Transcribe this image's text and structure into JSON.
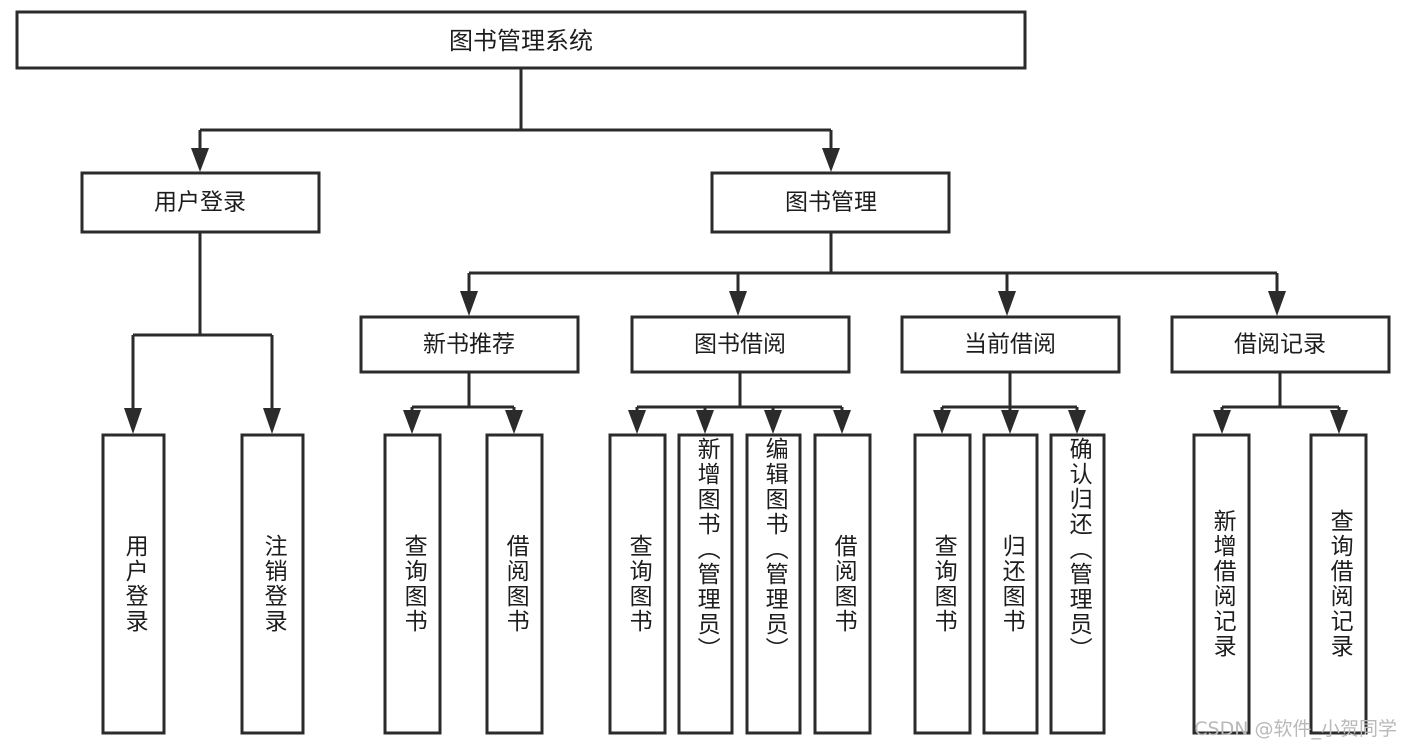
{
  "diagram": {
    "type": "tree",
    "title": "图书管理系统",
    "orientation": "top-down",
    "watermark": "CSDN @软件_小贺同学",
    "colors": {
      "box_stroke": "#2b2b2b",
      "box_fill": "#ffffff",
      "text": "#1d1d1d",
      "connector": "#2b2b2b",
      "background": "#ffffff",
      "watermark": "#b9b9b9"
    },
    "root": {
      "label": "图书管理系统"
    },
    "level2": [
      {
        "label": "用户登录"
      },
      {
        "label": "图书管理"
      }
    ],
    "level3": [
      {
        "label": "新书推荐"
      },
      {
        "label": "图书借阅"
      },
      {
        "label": "当前借阅"
      },
      {
        "label": "借阅记录"
      }
    ],
    "leaves": {
      "user_login": [
        {
          "label": "用户登录"
        },
        {
          "label": "注销登录"
        }
      ],
      "new_book_recommend": [
        {
          "label": "查询图书"
        },
        {
          "label": "借阅图书"
        }
      ],
      "book_borrow": [
        {
          "label": "查询图书"
        },
        {
          "label": "新增图书（管理员）"
        },
        {
          "label": "编辑图书（管理员）"
        },
        {
          "label": "借阅图书"
        }
      ],
      "current_borrow": [
        {
          "label": "查询图书"
        },
        {
          "label": "归还图书"
        },
        {
          "label": "确认归还（管理员）"
        }
      ],
      "borrow_record": [
        {
          "label": "新增借阅记录"
        },
        {
          "label": "查询借阅记录"
        }
      ]
    }
  }
}
